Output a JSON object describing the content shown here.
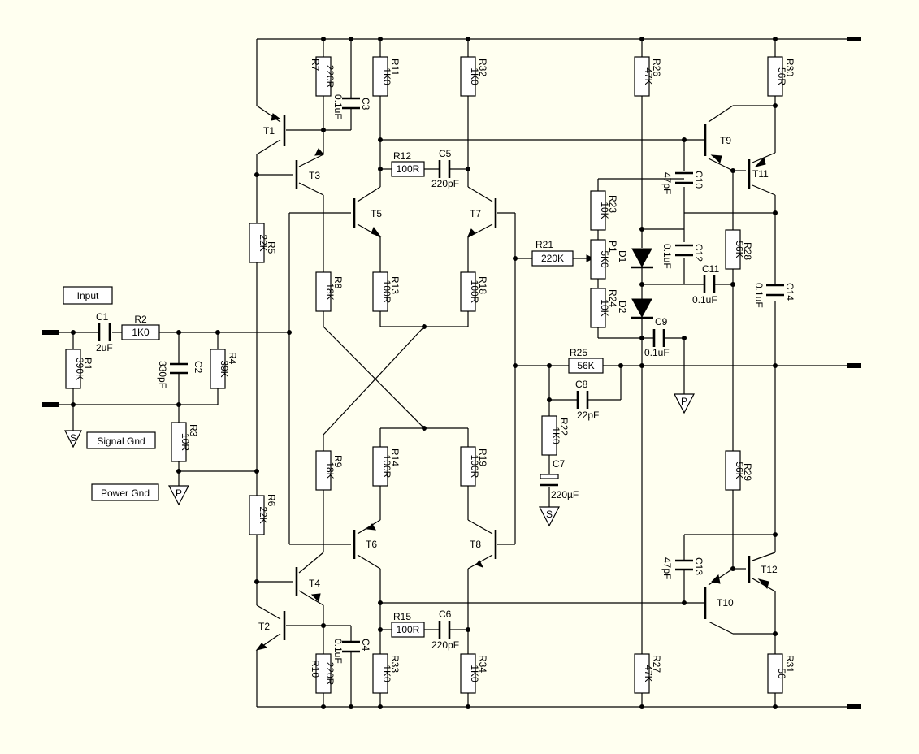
{
  "labels": {
    "input": "Input",
    "signal_gnd": "Signal Gnd",
    "power_gnd": "Power Gnd",
    "S": "S",
    "P": "P"
  },
  "resistors": {
    "R1": {
      "name": "R1",
      "value": "390K"
    },
    "R2": {
      "name": "R2",
      "value": "1K0"
    },
    "R3": {
      "name": "R3",
      "value": "10R"
    },
    "R4": {
      "name": "R4",
      "value": "39K"
    },
    "R5": {
      "name": "R5",
      "value": "22K"
    },
    "R6": {
      "name": "R6",
      "value": "22K"
    },
    "R7": {
      "name": "R7",
      "value": "220R"
    },
    "R8": {
      "name": "R8",
      "value": "18K"
    },
    "R9": {
      "name": "R9",
      "value": "18K"
    },
    "R10": {
      "name": "R10",
      "value": "220R"
    },
    "R11": {
      "name": "R11",
      "value": "1K0"
    },
    "R12": {
      "name": "R12",
      "value": "100R"
    },
    "R13": {
      "name": "R13",
      "value": "100R"
    },
    "R14": {
      "name": "R14",
      "value": "100R"
    },
    "R15": {
      "name": "R15",
      "value": "100R"
    },
    "R18": {
      "name": "R18",
      "value": "100R"
    },
    "R19": {
      "name": "R19",
      "value": "100R"
    },
    "R21": {
      "name": "R21",
      "value": "220K"
    },
    "R22": {
      "name": "R22",
      "value": "1K0"
    },
    "R23": {
      "name": "R23",
      "value": "10K"
    },
    "R24": {
      "name": "R24",
      "value": "10K"
    },
    "R25": {
      "name": "R25",
      "value": "56K"
    },
    "R26": {
      "name": "R26",
      "value": "47K"
    },
    "R27": {
      "name": "R27",
      "value": "47K"
    },
    "R28": {
      "name": "R28",
      "value": "56K"
    },
    "R29": {
      "name": "R29",
      "value": "56K"
    },
    "R30": {
      "name": "R30",
      "value": "56R"
    },
    "R31": {
      "name": "R31",
      "value": "56"
    },
    "R32": {
      "name": "R32",
      "value": "1K0"
    },
    "R33": {
      "name": "R33",
      "value": "1K0"
    },
    "R34": {
      "name": "R34",
      "value": "1K0"
    },
    "P1": {
      "name": "P1",
      "value": "5K0"
    }
  },
  "capacitors": {
    "C1": {
      "name": "C1",
      "value": "2uF"
    },
    "C2": {
      "name": "C2",
      "value": "330pF"
    },
    "C3": {
      "name": "C3",
      "value": "0.1uF"
    },
    "C4": {
      "name": "C4",
      "value": "0.1uF"
    },
    "C5": {
      "name": "C5",
      "value": "220pF"
    },
    "C6": {
      "name": "C6",
      "value": "220pF"
    },
    "C7": {
      "name": "C7",
      "value": "220µF"
    },
    "C8": {
      "name": "C8",
      "value": "22pF"
    },
    "C9": {
      "name": "C9",
      "value": "0.1uF"
    },
    "C10": {
      "name": "C10",
      "value": "47pF"
    },
    "C11": {
      "name": "C11",
      "value": "0.1uF"
    },
    "C12": {
      "name": "C12",
      "value": "0.1uF"
    },
    "C13": {
      "name": "C13",
      "value": "47pF"
    },
    "C14": {
      "name": "C14",
      "value": "0.1uF"
    }
  },
  "transistors": {
    "T1": "T1",
    "T2": "T2",
    "T3": "T3",
    "T4": "T4",
    "T5": "T5",
    "T6": "T6",
    "T7": "T7",
    "T8": "T8",
    "T9": "T9",
    "T10": "T10",
    "T11": "T11",
    "T12": "T12"
  },
  "diodes": {
    "D1": "D1",
    "D2": "D2"
  }
}
